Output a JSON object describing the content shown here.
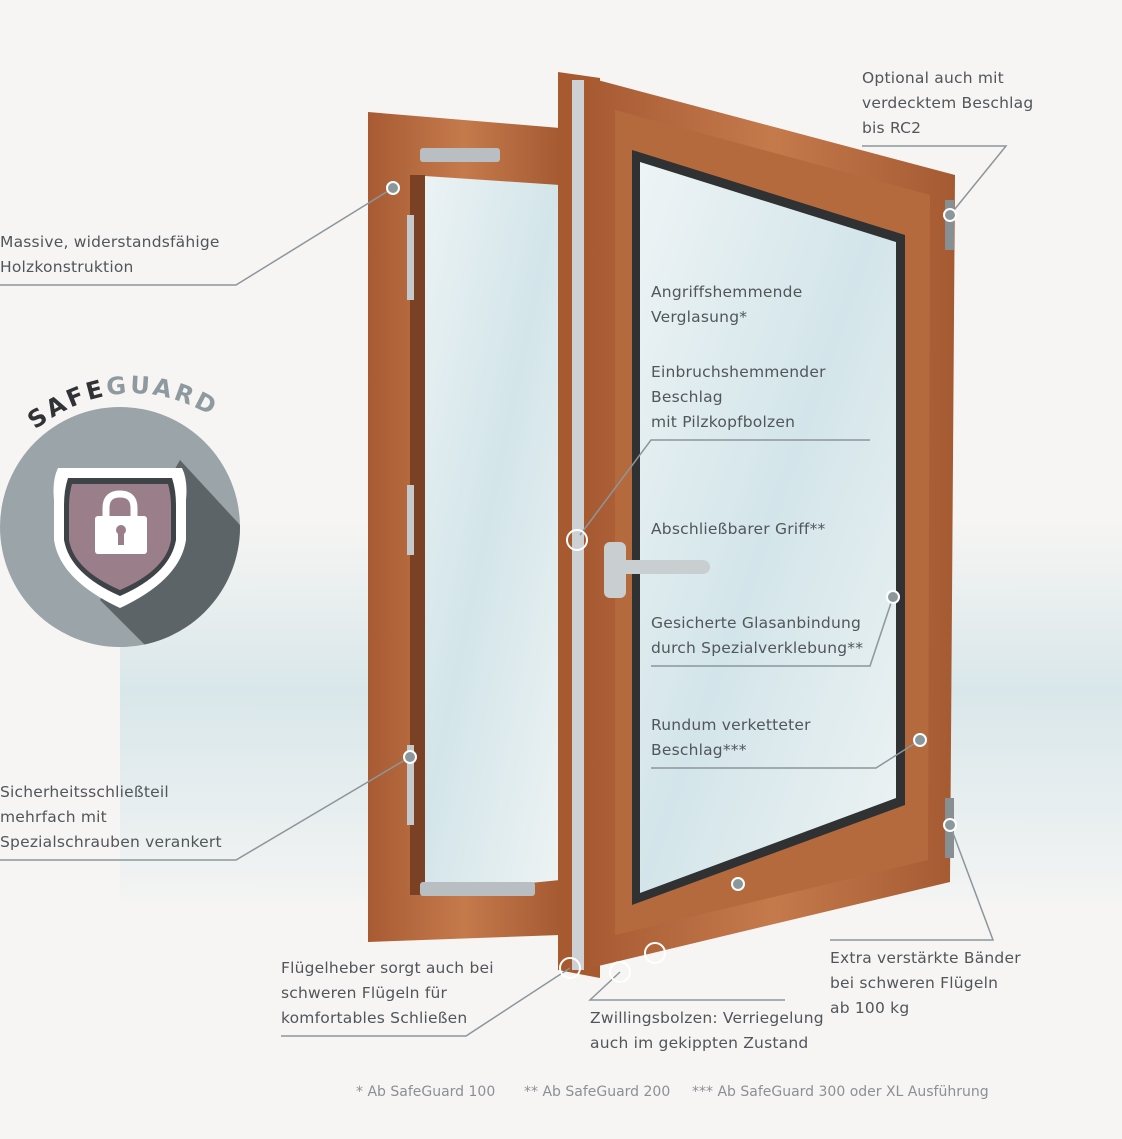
{
  "logo": {
    "text_dark": "SAFE",
    "text_light": "GUARD",
    "icon": "lock-shield-icon"
  },
  "labels": {
    "optional": [
      "Optional auch mit",
      "verdecktem Beschlag",
      "bis RC2"
    ],
    "massive": [
      "Massive, widerstandsfähige",
      "Holzkonstruktion"
    ],
    "verglasung": [
      "Angriffshemmende",
      "Verglasung*"
    ],
    "beschlag": [
      "Einbruchshemmender",
      "Beschlag",
      "mit Pilzkopfbolzen"
    ],
    "griff": [
      "Abschließbarer Griff**"
    ],
    "glasanbindung": [
      "Gesicherte Glasanbindung",
      "durch Spezialverklebung**"
    ],
    "verkettet": [
      "Rundum verketteter",
      "Beschlag***"
    ],
    "schliessteil": [
      "Sicherheitsschließteil",
      "mehrfach mit",
      "Spezialschrauben verankert"
    ],
    "fluegelheber": [
      "Flügelheber sorgt auch bei",
      "schweren Flügeln für",
      "komfortables Schließen"
    ],
    "zwillingsbolzen": [
      "Zwillingsbolzen: Verriegelung",
      "auch im gekippten Zustand"
    ],
    "baender": [
      "Extra verstärkte Bänder",
      "bei schweren Flügeln",
      "ab 100 kg"
    ]
  },
  "footnotes": [
    "* Ab SafeGuard 100",
    "** Ab SafeGuard 200",
    "*** Ab SafeGuard 300 oder XL Ausführung"
  ],
  "colors": {
    "wood": "#b8693d",
    "wood_dark": "#8e4c2a",
    "glass": "#dce9ec",
    "marker": "#8c979c",
    "logo_circle": "#9aa4a9",
    "logo_shadow": "#5c6468",
    "shield": "#9a7f8a"
  }
}
